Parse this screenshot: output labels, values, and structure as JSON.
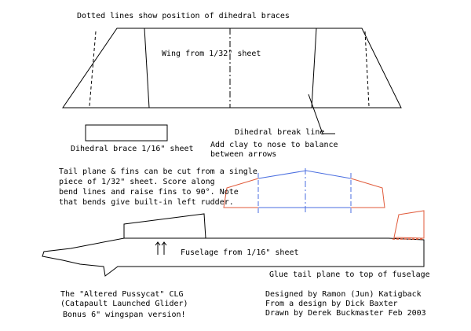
{
  "colors": {
    "ink": "#000000",
    "tail_outline": "#e05a3a",
    "tail_bend": "#4a6ee0"
  },
  "labels": {
    "dotted_note": "Dotted lines show position of dihedral braces",
    "wing": "Wing from 1/32\" sheet",
    "dihedral_brace": "Dihedral brace 1/16\" sheet",
    "dihedral_break": "Dihedral break line",
    "clay_line1": "Add clay to nose to balance",
    "clay_line2": "between arrows",
    "tail_line1": "Tail plane & fins can be cut from a single",
    "tail_line2": "piece of 1/32\" sheet. Score along",
    "tail_line3": "bend lines and raise fins to 90°. Note",
    "tail_line4": "that bends give built-in left rudder.",
    "fuselage": "Fuselage from 1/16\" sheet",
    "glue_tail": "Glue tail plane to top of fuselage",
    "title_line1": "The \"Altered Pussycat\" CLG",
    "title_line2": "(Catapault Launched Glider)",
    "title_line3": "Bonus 6\" wingspan version!",
    "credit_line1": "Designed by Ramon (Jun) Katigback",
    "credit_line2": "From a design by Dick Baxter",
    "credit_line3": "Drawn by Derek Buckmaster Feb 2003"
  }
}
